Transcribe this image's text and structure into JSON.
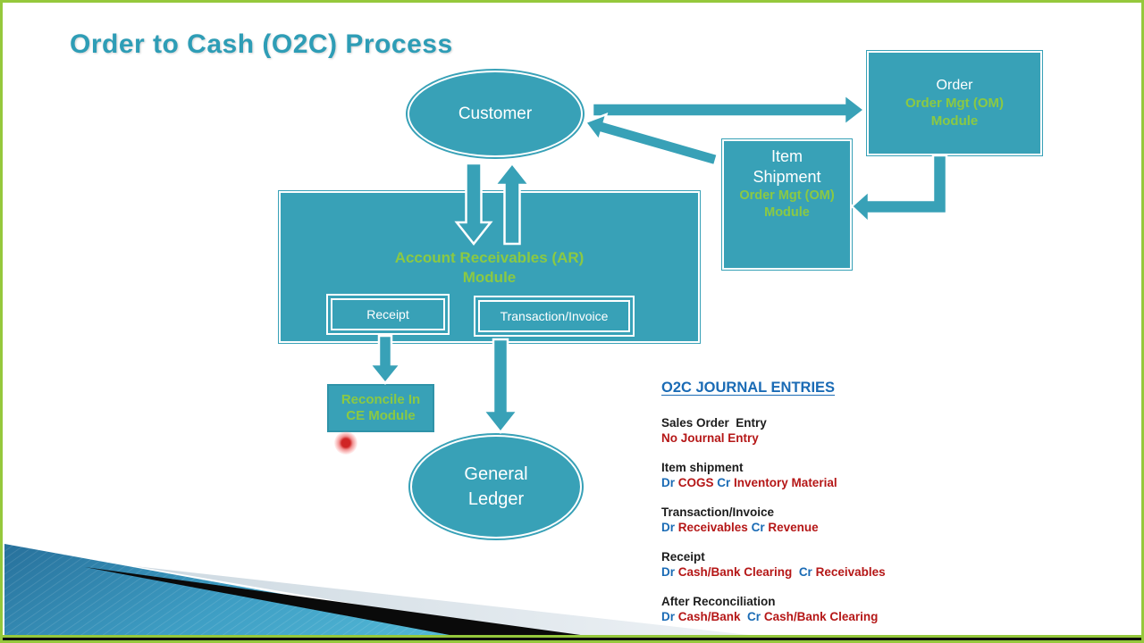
{
  "title": "Order to Cash (O2C) Process",
  "nodes": {
    "customer": {
      "label": "Customer"
    },
    "order": {
      "title": "Order",
      "subtitle": "Order Mgt (OM)\nModule"
    },
    "item_shipment": {
      "title": "Item\nShipment",
      "subtitle": "Order Mgt (OM)\nModule"
    },
    "ar_module": {
      "title": "Account Receivables (AR)\nModule"
    },
    "receipt_box": {
      "label": "Receipt"
    },
    "transaction_box": {
      "label": "Transaction/Invoice"
    },
    "reconcile_box": {
      "label": "Reconcile In\nCE Module"
    },
    "general_ledger": {
      "label": "General\nLedger"
    }
  },
  "journal": {
    "heading": "O2C JOURNAL ENTRIES",
    "entries": [
      {
        "title": "Sales Order  Entry",
        "parts": [
          {
            "text": "No Journal Entry",
            "color": "red"
          }
        ]
      },
      {
        "title": "Item shipment",
        "parts": [
          {
            "text": "Dr",
            "color": "blue"
          },
          {
            "text": " COGS ",
            "color": "red"
          },
          {
            "text": "Cr",
            "color": "blue"
          },
          {
            "text": " Inventory Material",
            "color": "red"
          }
        ]
      },
      {
        "title": "Transaction/Invoice",
        "parts": [
          {
            "text": "Dr",
            "color": "blue"
          },
          {
            "text": " Receivables ",
            "color": "red"
          },
          {
            "text": "Cr",
            "color": "blue"
          },
          {
            "text": " Revenue",
            "color": "red"
          }
        ]
      },
      {
        "title": "Receipt",
        "parts": [
          {
            "text": "Dr",
            "color": "blue"
          },
          {
            "text": " Cash/Bank Clearing  ",
            "color": "red"
          },
          {
            "text": "Cr",
            "color": "blue"
          },
          {
            "text": " Receivables",
            "color": "red"
          }
        ]
      },
      {
        "title": "After Reconciliation",
        "parts": [
          {
            "text": "Dr",
            "color": "blue"
          },
          {
            "text": " Cash/Bank  ",
            "color": "red"
          },
          {
            "text": "Cr",
            "color": "blue"
          },
          {
            "text": " Cash/Bank Clearing",
            "color": "red"
          }
        ]
      }
    ]
  },
  "colors": {
    "shape_fill": "#38a1b7",
    "shape_border_white": "#ffffff",
    "accent_green_text": "#8bc943",
    "title_teal": "#2e9db6",
    "journal_blue": "#1a6bb5",
    "journal_red": "#b51717",
    "frame_green": "#95c83c",
    "laser_red": "#cd1919",
    "decor_blue_dark": "#27709b",
    "decor_blue_light": "#52b8d6",
    "decor_gray": "#d9e2e9",
    "decor_black": "#0a0a0a"
  }
}
